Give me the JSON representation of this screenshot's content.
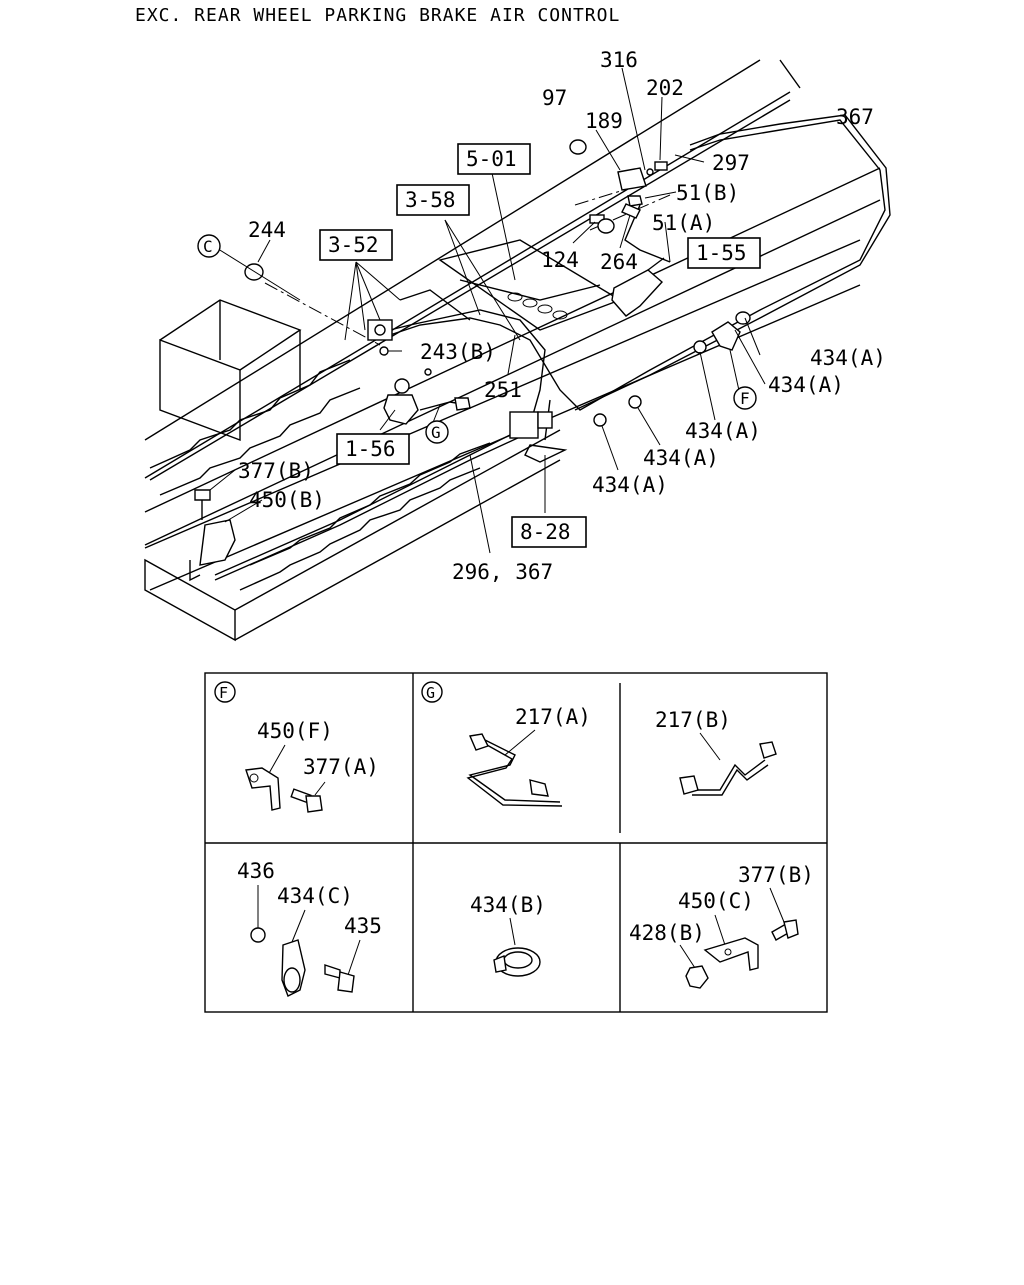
{
  "title": "EXC. REAR WHEEL PARKING BRAKE AIR CONTROL",
  "ref_boxes": {
    "r5_01": "5-01",
    "r3_58": "3-58",
    "r3_52": "3-52",
    "r1_55": "1-55",
    "r1_56": "1-56",
    "r8_28": "8-28"
  },
  "circle_refs": {
    "c": "C",
    "f": "F",
    "g": "G"
  },
  "main_labels": {
    "p316": "316",
    "p202": "202",
    "p97": "97",
    "p189": "189",
    "p367": "367",
    "p297": "297",
    "p51b": "51(B)",
    "p51a": "51(A)",
    "p124": "124",
    "p264": "264",
    "p244": "244",
    "p243b": "243(B)",
    "p251": "251",
    "p434a_1": "434(A)",
    "p434a_2": "434(A)",
    "p434a_3": "434(A)",
    "p434a_4": "434(A)",
    "p434a_5": "434(A)",
    "p377b": "377(B)",
    "p450b": "450(B)",
    "p296_367": "296, 367"
  },
  "detail_grid": {
    "cell_f": {
      "tag": "F",
      "label_450f": "450(F)",
      "label_377a": "377(A)"
    },
    "cell_g": {
      "tag": "G",
      "label_217a": "217(A)",
      "label_217b": "217(B)"
    },
    "cell_434c": {
      "label_436": "436",
      "label_434c": "434(C)",
      "label_435": "435"
    },
    "cell_434b": {
      "label_434b": "434(B)"
    },
    "cell_450c": {
      "label_377b": "377(B)",
      "label_450c": "450(C)",
      "label_428b": "428(B)"
    }
  }
}
